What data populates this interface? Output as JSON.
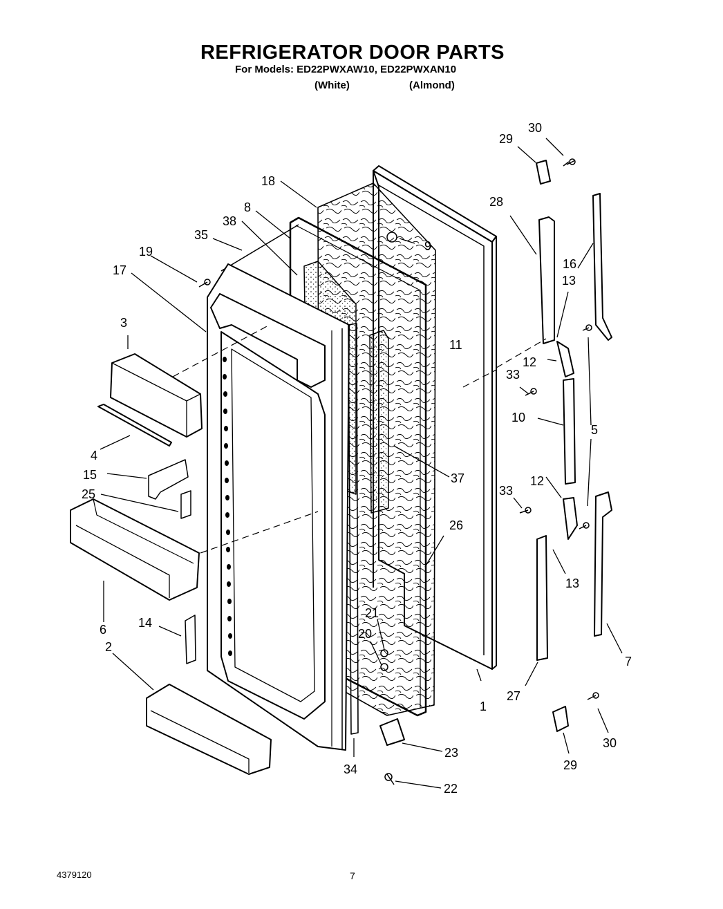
{
  "header": {
    "title": "REFRIGERATOR DOOR PARTS",
    "subtitle": "For Models: ED22PWXAW10, ED22PWXAN10",
    "variants": [
      "(White)",
      "(Almond)"
    ]
  },
  "callouts": [
    "1",
    "2",
    "3",
    "4",
    "5",
    "6",
    "7",
    "8",
    "9",
    "10",
    "11",
    "12",
    "12",
    "13",
    "13",
    "14",
    "15",
    "16",
    "17",
    "18",
    "19",
    "20",
    "21",
    "22",
    "23",
    "25",
    "26",
    "27",
    "28",
    "29",
    "29",
    "30",
    "30",
    "33",
    "33",
    "34",
    "35",
    "37",
    "38"
  ],
  "footer": {
    "doc_number": "4379120",
    "page": "7"
  }
}
